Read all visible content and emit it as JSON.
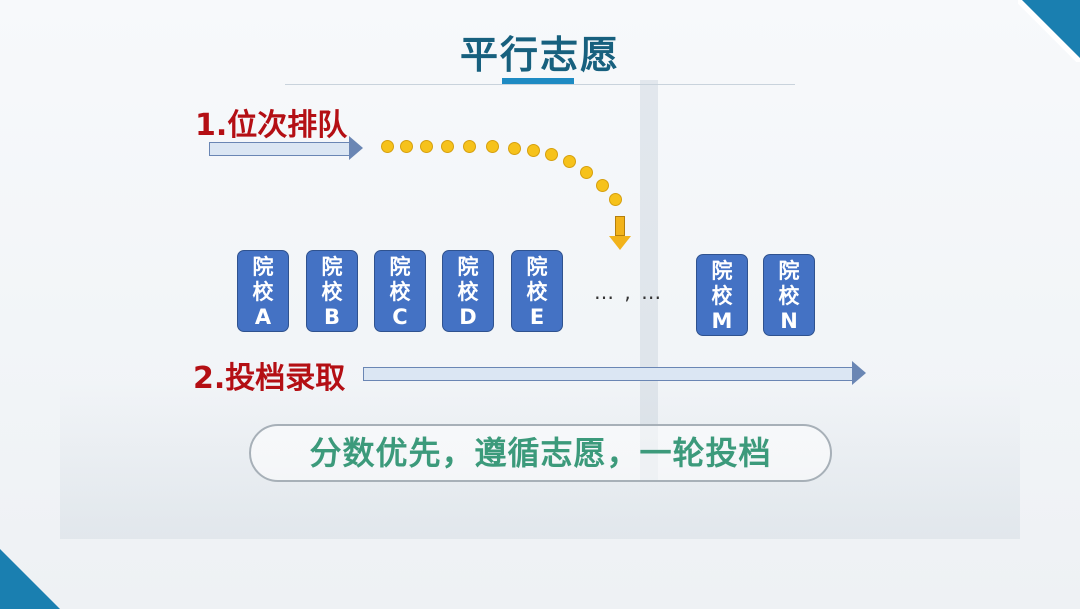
{
  "title": "平行志愿",
  "step1_label": "1.位次排队",
  "step2_label": "2.投档录取",
  "schools": [
    {
      "line1": "院",
      "line2": "校",
      "letter": "A"
    },
    {
      "line1": "院",
      "line2": "校",
      "letter": "B"
    },
    {
      "line1": "院",
      "line2": "校",
      "letter": "C"
    },
    {
      "line1": "院",
      "line2": "校",
      "letter": "D"
    },
    {
      "line1": "院",
      "line2": "校",
      "letter": "E"
    },
    {
      "line1": "院",
      "line2": "校",
      "letter": "M"
    },
    {
      "line1": "院",
      "line2": "校",
      "letter": "N"
    }
  ],
  "ellipsis": "… , …",
  "summary": "分数优先，遵循志愿，一轮投档",
  "colors": {
    "title": "#17607e",
    "accent": "#1a7fb0",
    "step_label": "#b40f14",
    "school_box": "#4472c4",
    "dot": "#f6c21b",
    "summary_text": "#3c9a7b"
  }
}
